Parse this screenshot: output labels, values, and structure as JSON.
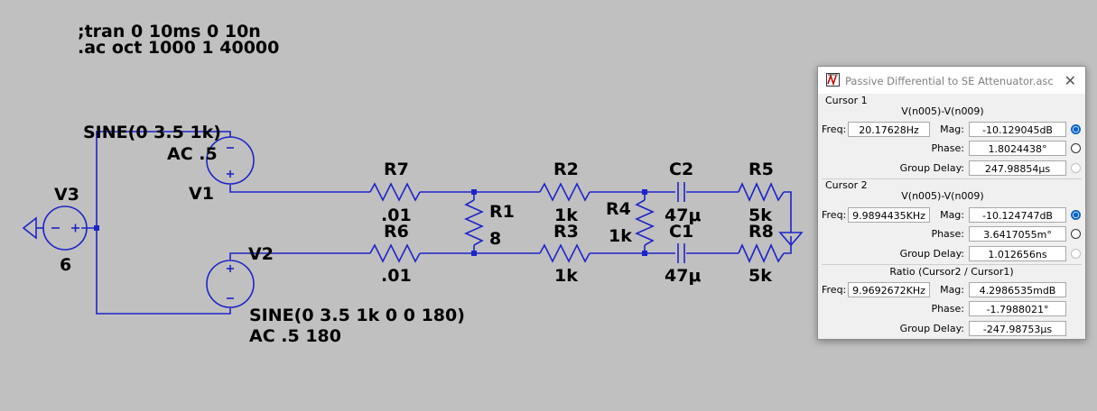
{
  "spice_directives": [
    ";tran 0 10ms 0 10n",
    ".ac oct 1000 1 40000"
  ],
  "components": {
    "v1": {
      "name": "V1",
      "value": "SINE(0 3.5 1k)",
      "ac": "AC .5"
    },
    "v2": {
      "name": "V2",
      "value": "SINE(0 3.5 1k 0 0 180)",
      "ac": "AC .5 180"
    },
    "v3": {
      "name": "V3",
      "value": "6"
    },
    "r7": {
      "name": "R7",
      "value": ".01"
    },
    "r6": {
      "name": "R6",
      "value": ".01"
    },
    "r1": {
      "name": "R1",
      "value": "8"
    },
    "r2": {
      "name": "R2",
      "value": "1k"
    },
    "r3": {
      "name": "R3",
      "value": "1k"
    },
    "r4": {
      "name": "R4",
      "value": "1k"
    },
    "c2": {
      "name": "C2",
      "value": "47μ"
    },
    "c1": {
      "name": "C1",
      "value": "47μ"
    },
    "r5": {
      "name": "R5",
      "value": "5k"
    },
    "r8": {
      "name": "R8",
      "value": "5k"
    }
  },
  "cursor_window": {
    "title": "Passive Differential to SE Attenuator.asc",
    "cursor1": {
      "legend": "Cursor 1",
      "trace": "V(n005)-V(n009)",
      "freq_label": "Freq:",
      "freq": "20.17628Hz",
      "mag_label": "Mag:",
      "mag": "-10.129045dB",
      "phase_label": "Phase:",
      "phase": "1.8024438°",
      "gd_label": "Group Delay:",
      "group_delay": "247.98854µs"
    },
    "cursor2": {
      "legend": "Cursor 2",
      "trace": "V(n005)-V(n009)",
      "freq_label": "Freq:",
      "freq": "9.9894435KHz",
      "mag_label": "Mag:",
      "mag": "-10.124747dB",
      "phase_label": "Phase:",
      "phase": "3.6417055m°",
      "gd_label": "Group Delay:",
      "group_delay": "1.012656ns"
    },
    "ratio": {
      "title": "Ratio (Cursor2 / Cursor1)",
      "freq_label": "Freq:",
      "freq": "9.9692672KHz",
      "mag_label": "Mag:",
      "mag": "4.2986535mdB",
      "phase_label": "Phase:",
      "phase": "-1.7988021°",
      "gd_label": "Group Delay:",
      "group_delay": "-247.98753µs"
    }
  }
}
